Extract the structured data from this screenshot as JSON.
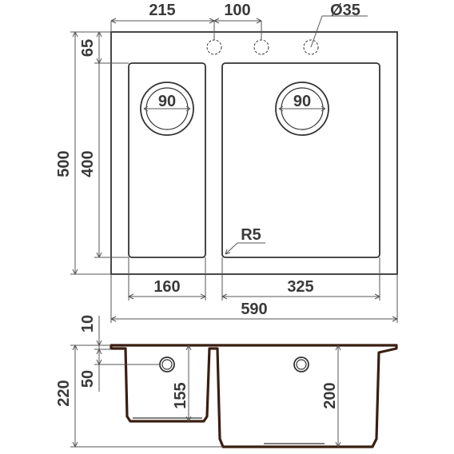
{
  "top_view": {
    "dimensions": {
      "left_to_taps": "215",
      "tap_spacing": "100",
      "tap_hole_diameter": "Ø35",
      "top_margin": "65",
      "overall_depth": "500",
      "bowl_depth": "400",
      "small_drain": "90",
      "large_drain": "90",
      "corner_radius": "R5",
      "small_bowl_width": "160",
      "large_bowl_width": "325",
      "overall_width": "590"
    }
  },
  "side_view": {
    "dimensions": {
      "rim_thickness": "10",
      "overflow_offset": "50",
      "overall_height": "220",
      "small_bowl_height": "155",
      "large_bowl_height": "200"
    }
  },
  "colors": {
    "outline": "#333333",
    "dimension": "#555555",
    "text": "#3a3a3a",
    "profile": "#3a1e12"
  }
}
